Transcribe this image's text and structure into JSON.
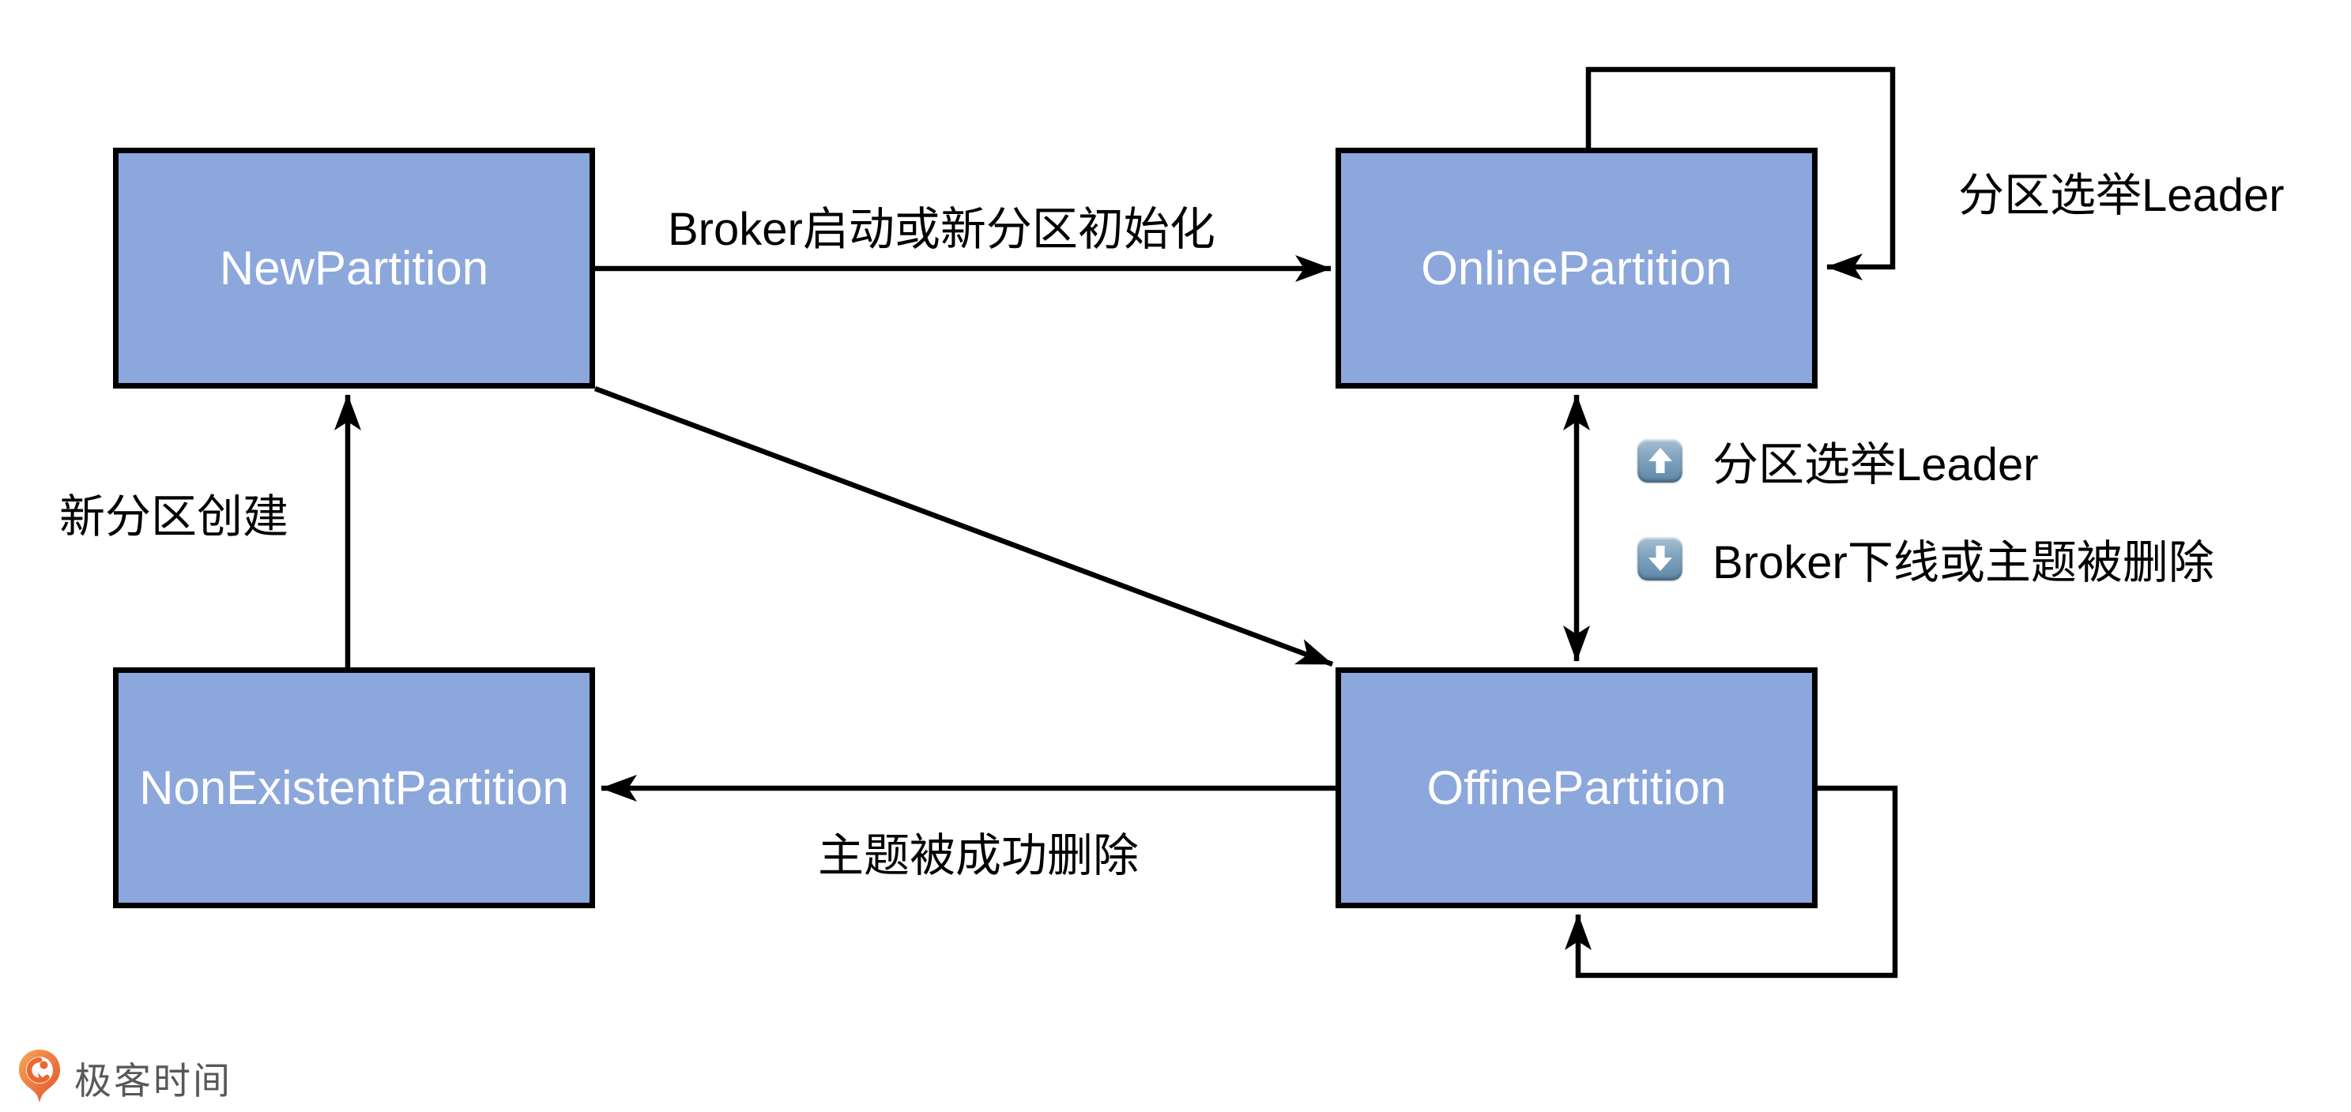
{
  "diagram": {
    "title_implicit": "Kafka partition state transitions",
    "nodes": {
      "new_partition": "NewPartition",
      "online_partition": "OnlinePartition",
      "non_existent_partition": "NonExistentPartition",
      "offline_partition": "OffinePartition"
    },
    "edges": {
      "new_to_online": "Broker启动或新分区初始化",
      "online_self_loop": "分区选举Leader",
      "offline_to_online": "分区选举Leader",
      "online_to_offline": "Broker下线或主题被删除",
      "nonexistent_to_new": "新分区创建",
      "offline_to_nonexistent": "主题被成功删除"
    },
    "icons": {
      "up_key": "up-arrow-emoji-key",
      "down_key": "down-arrow-emoji-key"
    }
  },
  "footer": {
    "brand": "极客时间"
  },
  "colors": {
    "node_fill": "#8CA7DC",
    "node_border": "#000000",
    "node_text": "#FFFFFF",
    "edge_line": "#000000",
    "label_text": "#000000",
    "emoji_key_top": "#A7C0D4",
    "emoji_key_bottom": "#5D87A8",
    "logo_orange": "#E9692F",
    "brand_text": "#595757",
    "background": "#FFFFFF"
  }
}
